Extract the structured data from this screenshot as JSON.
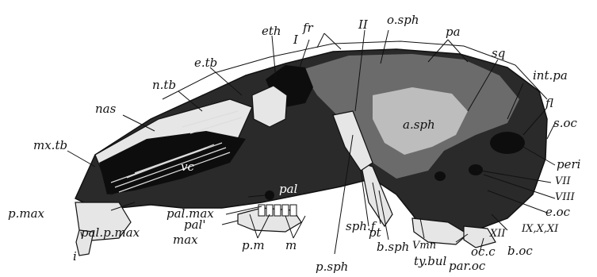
{
  "labels": {
    "fr": "fr",
    "I": "I",
    "II": "II",
    "o_sph": "o.sph",
    "pa": "pa",
    "eth": "eth",
    "e_tb": "e.tb",
    "n_tb": "n.tb",
    "nas": "nas",
    "mx_tb": "mx.tb",
    "vc": "vc",
    "sq": "sq",
    "int_pa": "int.pa",
    "fl": "fl",
    "s_oc": "s.oc",
    "a_sph": "a.sph",
    "pal": "pal",
    "peri": "peri",
    "VII": "VII",
    "VIII": "VIII",
    "e_oc": "e.oc",
    "IX_X_XI": "IX,X,XI",
    "XII": "XII",
    "p_max": "p.max",
    "pal_max": "pal.max",
    "pal1": "pal'",
    "pal_p_max": "pal.p.max",
    "i": "i",
    "max": "max",
    "p_m": "p.m",
    "m": "m",
    "sph_f": "sph.f",
    "pt": "pt",
    "b_sph": "b.sph",
    "p_sph": "p.sph",
    "Vmn": "Vmn",
    "ty_bul": "ty.bul",
    "oc_c": "oc.c",
    "par_oc": "par.oc",
    "b_oc": "b.oc"
  }
}
